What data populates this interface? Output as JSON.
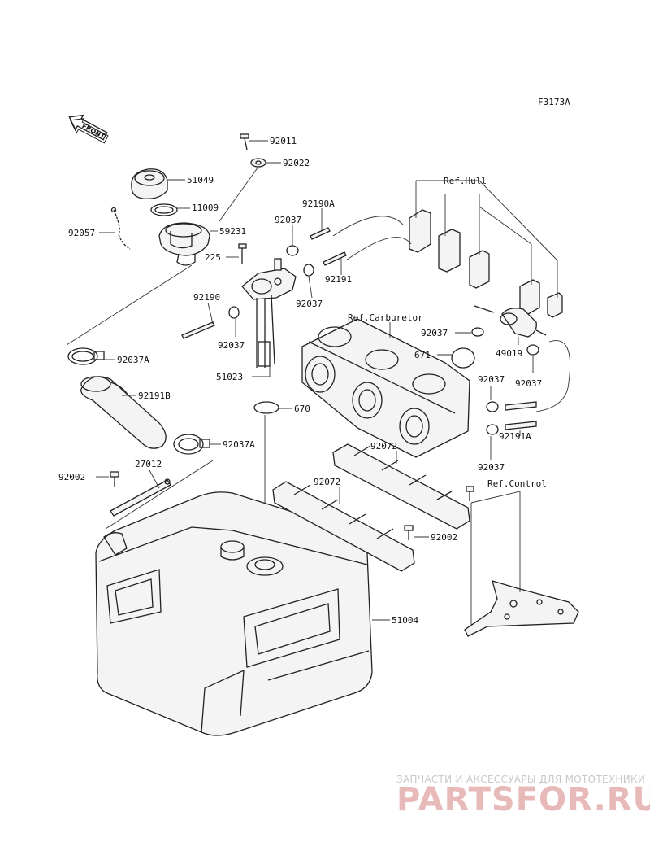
{
  "diagram": {
    "code": "F3173A",
    "front_label": "FRONT",
    "refs": {
      "hull": "Ref.Hull",
      "carburetor": "Ref.Carburetor",
      "control": "Ref.Control"
    },
    "callouts": {
      "p92011": "92011",
      "p92022": "92022",
      "p51049": "51049",
      "p11009": "11009",
      "p92057": "92057",
      "p59231": "59231",
      "p225": "225",
      "p92190A": "92190A",
      "p92037_a": "92037",
      "p92037_b": "92037",
      "p92191": "92191",
      "p92190": "92190",
      "p92037_c": "92037",
      "p92037A_a": "92037A",
      "p51023": "51023",
      "p92191B": "92191B",
      "p670": "670",
      "p92037A_b": "92037A",
      "p92002_a": "92002",
      "p27012": "27012",
      "p92072_a": "92072",
      "p92072_b": "92072",
      "p92002_b": "92002",
      "p51004": "51004",
      "p92037_d": "92037",
      "p671": "671",
      "p49019": "49019",
      "p92037_e": "92037",
      "p92037_f": "92037",
      "p92191A": "92191A",
      "p92037_g": "92037"
    }
  },
  "watermark": {
    "tagline": "ЗАПЧАСТИ И АКСЕССУАРЫ ДЛЯ МОТОТЕХНИКИ",
    "logo": "PARTSFOR.RU"
  }
}
